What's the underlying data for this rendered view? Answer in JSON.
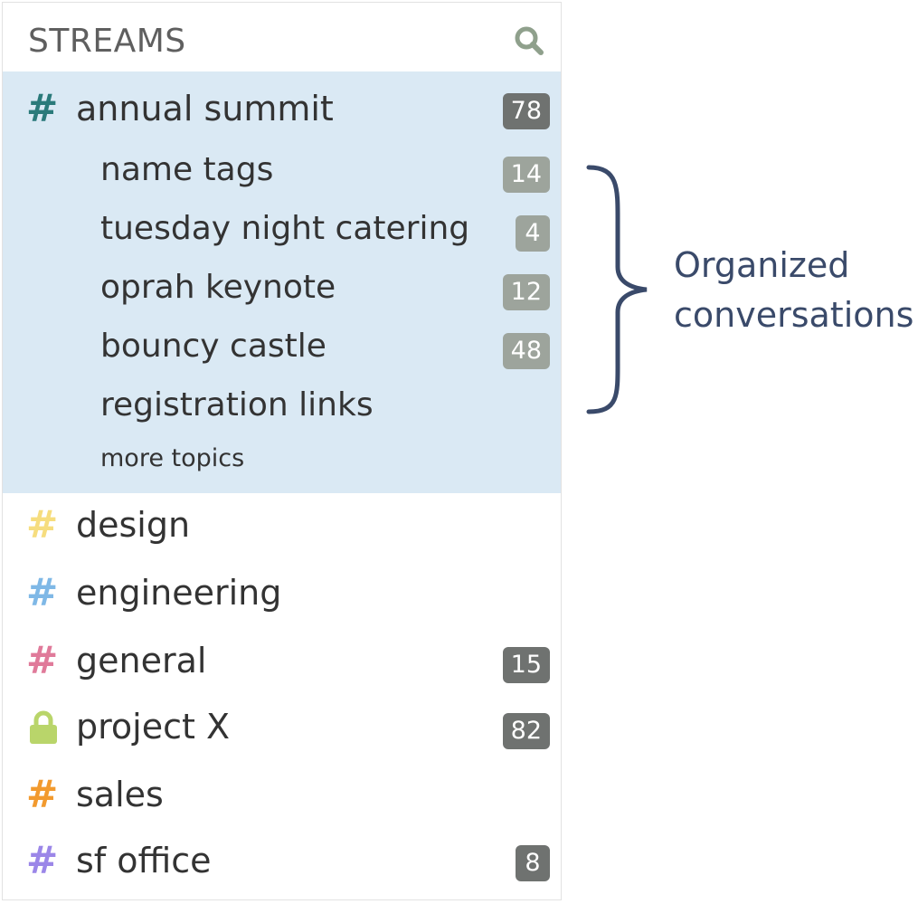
{
  "sidebar": {
    "title": "STREAMS",
    "search_icon": "search-icon",
    "active_stream": {
      "name": "annual summit",
      "color": "#2a7a7a",
      "unread": "78",
      "topics": [
        {
          "name": "name tags",
          "unread": "14"
        },
        {
          "name": "tuesday night catering",
          "unread": "4"
        },
        {
          "name": "oprah keynote",
          "unread": "12"
        },
        {
          "name": "bouncy castle",
          "unread": "48"
        },
        {
          "name": "registration links",
          "unread": ""
        }
      ],
      "more_topics": "more topics"
    },
    "streams": [
      {
        "name": "design",
        "color": "#f6dd7e",
        "icon": "hash-icon",
        "unread": ""
      },
      {
        "name": "engineering",
        "color": "#7fb8e6",
        "icon": "hash-icon",
        "unread": ""
      },
      {
        "name": "general",
        "color": "#e07a9a",
        "icon": "hash-icon",
        "unread": "15"
      },
      {
        "name": "project X",
        "color": "#b9d56a",
        "icon": "lock-icon",
        "unread": "82"
      },
      {
        "name": "sales",
        "color": "#f29a2e",
        "icon": "hash-icon",
        "unread": ""
      },
      {
        "name": "sf office",
        "color": "#9b86e8",
        "icon": "hash-icon",
        "unread": "8"
      }
    ]
  },
  "callout": {
    "line1": "Organized",
    "line2": "conversations",
    "color": "#3a4a6a"
  },
  "colors": {
    "active_background": "#dae9f4",
    "badge_dark": "#6f7270",
    "badge_light": "#9da49c"
  }
}
